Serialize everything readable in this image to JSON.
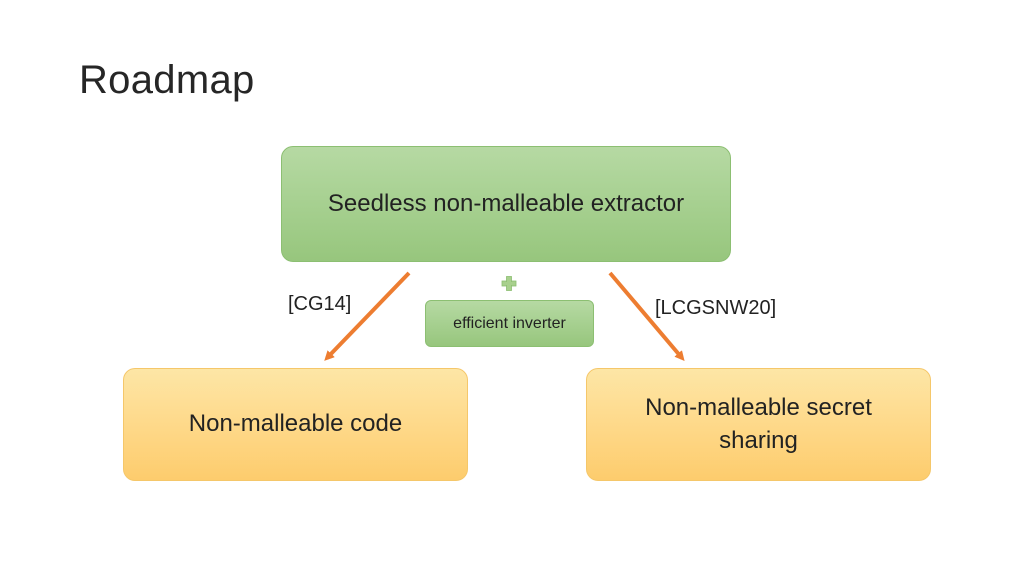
{
  "title": "Roadmap",
  "nodes": {
    "top": "Seedless non-malleable extractor",
    "left": "Non-malleable code",
    "right": "Non-malleable secret sharing",
    "middle": "efficient inverter"
  },
  "edge_labels": {
    "left": "[CG14]",
    "right": "[LCGSNW20]"
  },
  "colors": {
    "green_fill": "#a8d192",
    "orange_fill": "#fed98a",
    "arrow": "#ed7d31",
    "plus": "#a8d08d"
  }
}
